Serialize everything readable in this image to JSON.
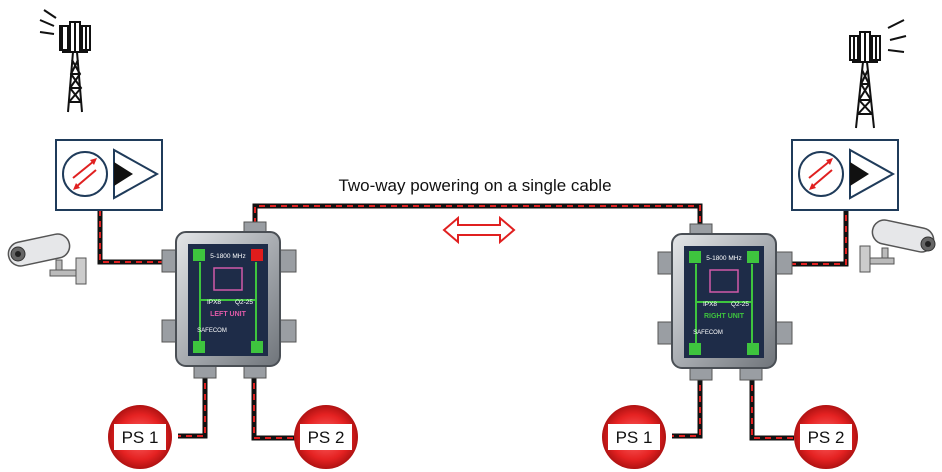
{
  "caption": "Two-way powering on a single cable",
  "colors": {
    "cable_black": "#111111",
    "cable_red": "#e02020",
    "ps_red": "#e52222",
    "panel_border": "#1f3b5a",
    "arrow_red": "#e02020",
    "unit_housing": "#b8bcc0",
    "unit_label": "#1e2c48",
    "led_green": "#3ec43e",
    "led_red": "#e01c1c"
  },
  "icons": {
    "tower": "cell-tower-icon",
    "camera": "security-camera-icon",
    "panel": "bidirectional-amplifier-icon",
    "arrow": "double-headed-arrow-icon"
  },
  "left_unit": {
    "freq": "5-1800 MHz",
    "ipx": "IPX8",
    "model": "Q2-25",
    "name": "LEFT  UNIT",
    "brand": "SAFECOM",
    "power_1": "PS 1",
    "power_2": "PS 2"
  },
  "right_unit": {
    "freq": "5-1800 MHz",
    "ipx": "IPX8",
    "model": "Q2-25",
    "name": "RIGHT UNIT",
    "brand": "SAFECOM",
    "power_1": "PS 1",
    "power_2": "PS 2"
  }
}
